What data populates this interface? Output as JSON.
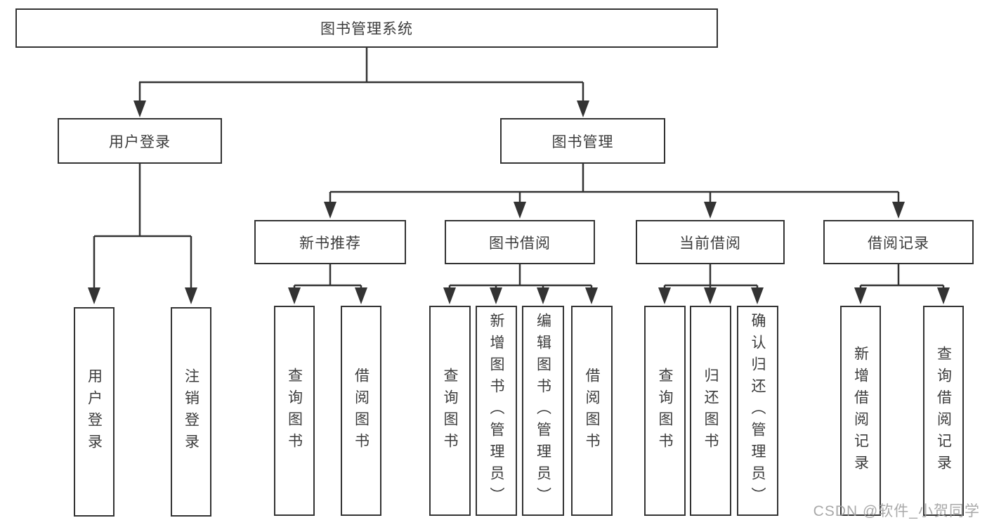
{
  "colors": {
    "line": "#333333",
    "box_border": "#333333",
    "text": "#3c3c3c",
    "watermark": "#a0a0a0",
    "background": "#ffffff"
  },
  "tree": {
    "root": "图书管理系统",
    "branches": [
      {
        "label": "用户登录",
        "children": [
          "用户登录",
          "注销登录"
        ]
      },
      {
        "label": "图书管理",
        "children": [
          {
            "label": "新书推荐",
            "children": [
              "查询图书",
              "借阅图书"
            ]
          },
          {
            "label": "图书借阅",
            "children": [
              "查询图书",
              "新增图书（管理员）",
              "编辑图书（管理员）",
              "借阅图书"
            ]
          },
          {
            "label": "当前借阅",
            "children": [
              "查询图书",
              "归还图书",
              "确认归还（管理员）"
            ]
          },
          {
            "label": "借阅记录",
            "children": [
              "新增借阅记录",
              "查询借阅记录"
            ]
          }
        ]
      }
    ]
  },
  "watermark": "CSDN @软件_小贺同学"
}
